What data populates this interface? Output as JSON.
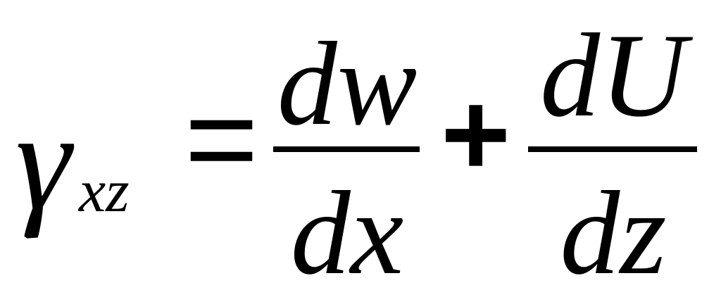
{
  "equation": {
    "lhs": {
      "symbol": "γ",
      "subscript": "xz"
    },
    "equals": "=",
    "term1": {
      "numerator": "dw",
      "denominator": "dx"
    },
    "operator": "+",
    "term2": {
      "numerator": "dU",
      "denominator": "dz"
    }
  }
}
